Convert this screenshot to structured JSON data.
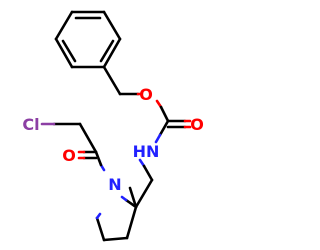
{
  "molecule": {
    "atoms": [
      {
        "id": "o-ester",
        "symbol": "O",
        "color": "#ff0000"
      },
      {
        "id": "o-carbonyl-carbamate",
        "symbol": "O",
        "color": "#ff0000"
      },
      {
        "id": "nh-carbamate",
        "symbol": "HN",
        "color": "#2121ff"
      },
      {
        "id": "cl",
        "symbol": "Cl",
        "color": "#8c3fa4"
      },
      {
        "id": "o-carbonyl-amide",
        "symbol": "O",
        "color": "#ff0000"
      },
      {
        "id": "n-pyrrolidine",
        "symbol": "N",
        "color": "#2121ff"
      }
    ]
  }
}
